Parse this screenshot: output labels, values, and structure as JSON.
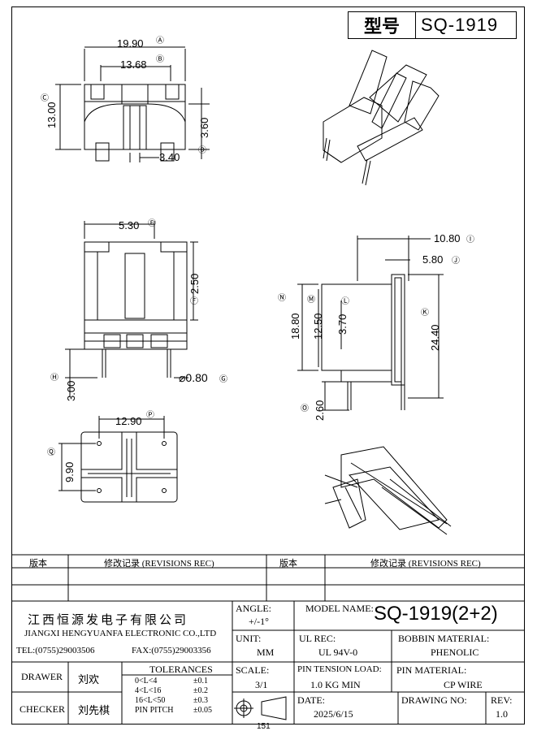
{
  "header": {
    "type_label": "型号",
    "model": "SQ-1919"
  },
  "dims": {
    "top_view": {
      "w1": "19.90",
      "w2": "13.68",
      "h": "13.00",
      "h2": "3.60",
      "g": "3.40",
      "A": "Ⓐ",
      "B": "Ⓑ",
      "C": "Ⓒ",
      "D": "Ⓓ"
    },
    "front_view": {
      "e": "5.30",
      "f": "2.50",
      "h": "3.00",
      "pin": "⌀0.80",
      "E": "Ⓔ",
      "F": "Ⓕ",
      "H": "Ⓗ",
      "G": "Ⓖ"
    },
    "side_view": {
      "i": "10.80",
      "j": "5.80",
      "n": "18.80",
      "m": "12.50",
      "l": "3.70",
      "k": "24.40",
      "o": "2.60",
      "I": "Ⓘ",
      "J": "Ⓙ",
      "N": "Ⓝ",
      "M": "Ⓜ",
      "L": "Ⓛ",
      "K": "Ⓚ",
      "O": "Ⓞ"
    },
    "bottom_view": {
      "p": "12.90",
      "q": "9.90",
      "P": "Ⓟ",
      "Q": "Ⓠ"
    }
  },
  "revisions": {
    "col1": "版本",
    "col2": "修改记录 (REVISIONS REC)",
    "col3": "版本",
    "col4": "修改记录 (REVISIONS REC)"
  },
  "title_block": {
    "company_cn": "江西恒源发电子有限公司",
    "company_en": "JIANGXI HENGYUANFA ELECTRONIC CO.,LTD",
    "tel": "TEL:(0755)29003506",
    "fax": "FAX:(0755)29003356",
    "angle_label": "ANGLE:",
    "angle_value": "+/-1°",
    "model_name_label": "MODEL NAME:",
    "model_name_value": "SQ-1919(2+2)",
    "unit_label": "UNIT:",
    "unit_value": "MM",
    "ul_label": "UL REC:",
    "ul_value": "UL 94V-0",
    "bobbin_label": "BOBBIN MATERIAL:",
    "bobbin_value": "PHENOLIC",
    "drawer_label": "DRAWER",
    "drawer_value": "刘欢",
    "tolerances_label": "TOLERANCES",
    "tol_rows": [
      {
        "range": "0<L<4",
        "value": "±0.1"
      },
      {
        "range": "4<L<16",
        "value": "±0.2"
      },
      {
        "range": "16<L<50",
        "value": "±0.3"
      },
      {
        "range": "PIN PITCH",
        "value": "±0.05"
      }
    ],
    "scale_label": "SCALE:",
    "scale_value": "3/1",
    "pin_tension_label": "PIN TENSION LOAD:",
    "pin_tension_value": "1.0 KG MIN",
    "pin_material_label": "PIN MATERIAL:",
    "pin_material_value": "CP WIRE",
    "checker_label": "CHECKER",
    "checker_value": "刘先棋",
    "date_label": "DATE:",
    "date_value": "2025/6/15",
    "drawing_no_label": "DRAWING NO:",
    "rev_label": "REV:",
    "rev_value": "1.0"
  },
  "page_number": "151"
}
